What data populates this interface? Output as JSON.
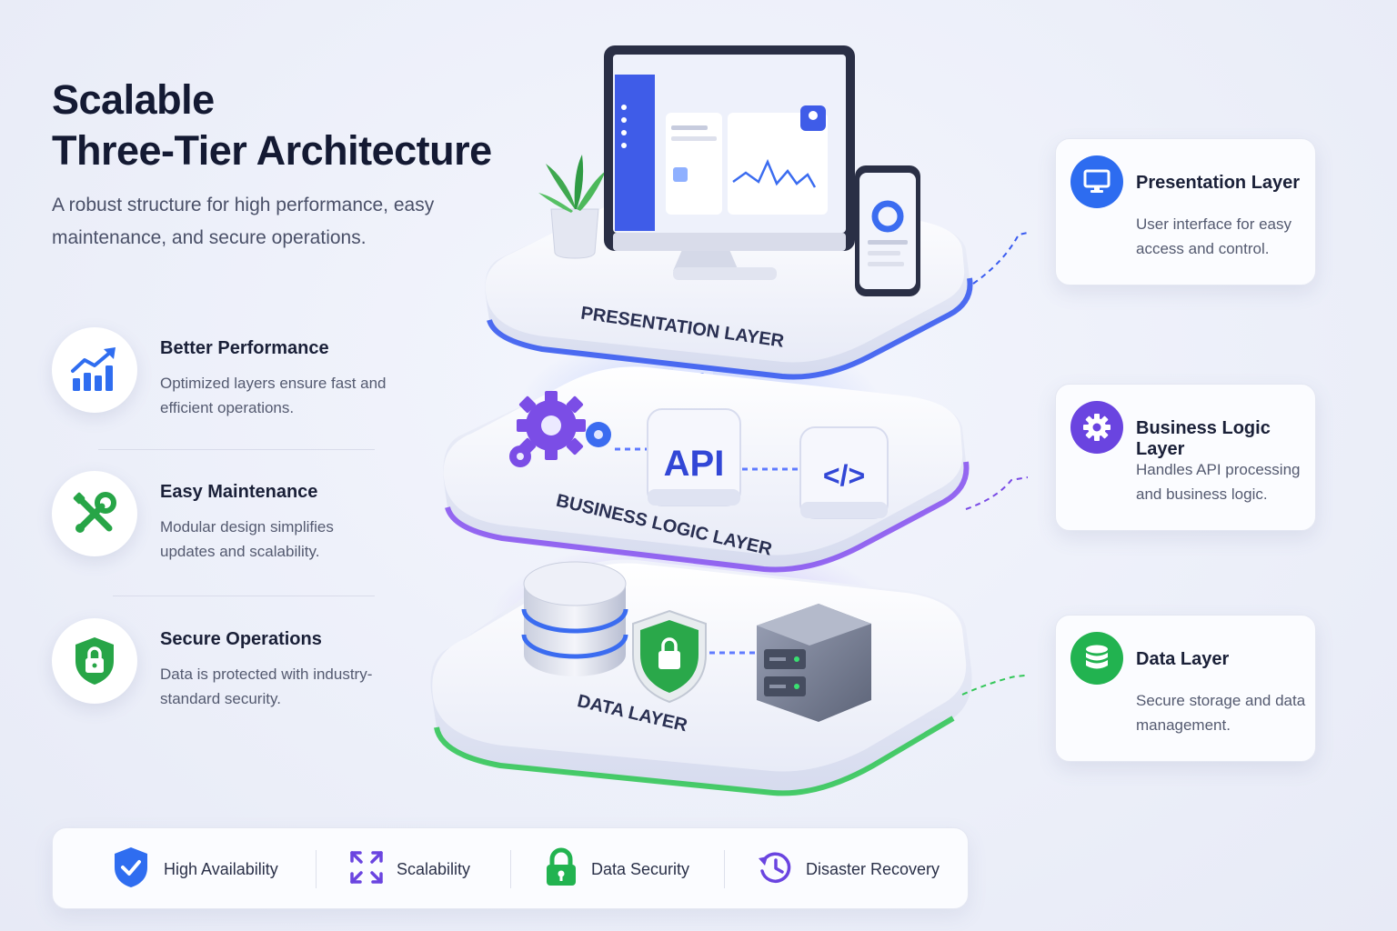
{
  "header": {
    "title_line1": "Scalable",
    "title_line2": "Three-Tier Architecture",
    "subtitle": "A robust structure for high performance, easy maintenance, and secure operations."
  },
  "benefits": [
    {
      "title": "Better Performance",
      "desc": "Optimized layers ensure fast and efficient operations.",
      "icon": "chart-growth-icon"
    },
    {
      "title": "Easy Maintenance",
      "desc": "Modular design simplifies updates and scalability.",
      "icon": "wrench-tools-icon"
    },
    {
      "title": "Secure Operations",
      "desc": "Data is protected with industry-standard security.",
      "icon": "shield-lock-icon"
    }
  ],
  "stack": {
    "presentation_label": "PRESENTATION LAYER",
    "business_label": "BUSINESS LOGIC LAYER",
    "data_label": "DATA LAYER",
    "api_label": "API",
    "code_label": "</>"
  },
  "layer_cards": [
    {
      "title": "Presentation Layer",
      "desc": "User interface for easy access and control.",
      "icon": "monitor-icon",
      "color": "#2d6cf0"
    },
    {
      "title": "Business Logic Layer",
      "desc": "Handles API processing and business logic.",
      "icon": "gear-icon",
      "color": "#6a44e0"
    },
    {
      "title": "Data Layer",
      "desc": "Secure storage and data management.",
      "icon": "database-icon",
      "color": "#22b350"
    }
  ],
  "features": [
    {
      "label": "High Availability",
      "icon": "shield-check-icon"
    },
    {
      "label": "Scalability",
      "icon": "expand-arrows-icon"
    },
    {
      "label": "Data Security",
      "icon": "padlock-icon"
    },
    {
      "label": "Disaster Recovery",
      "icon": "history-clock-icon"
    }
  ],
  "colors": {
    "presentation_accent": "#3a5cf0",
    "business_accent": "#7a4be6",
    "data_accent": "#34c759"
  }
}
